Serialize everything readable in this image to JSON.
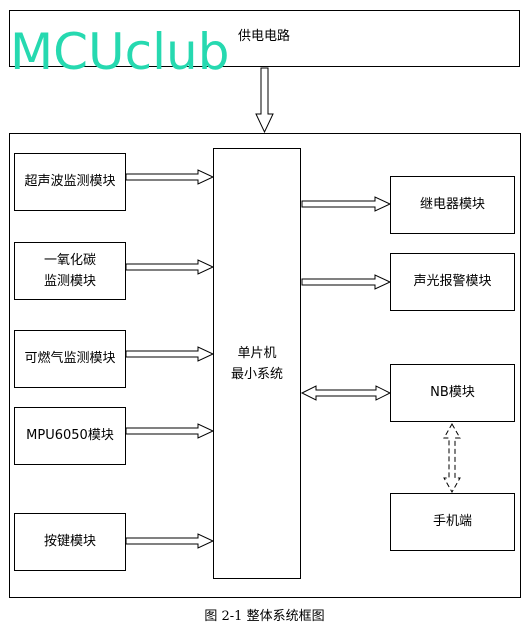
{
  "power": {
    "label": "供电电路"
  },
  "watermark": {
    "text": "MCUclub"
  },
  "inputs": {
    "ultrasonic": "超声波监测模块",
    "co": "一氧化碳\n监测模块",
    "gas": "可燃气监测模块",
    "mpu": "MPU6050模块",
    "keys": "按键模块"
  },
  "mcu": {
    "label": "单片机\n最小系统"
  },
  "outputs": {
    "relay": "继电器模块",
    "alarm": "声光报警模块",
    "nb": "NB模块",
    "phone": "手机端"
  },
  "caption": {
    "text": "图 2-1 整体系统框图"
  },
  "colors": {
    "watermark": "#26d9b0",
    "line": "#000000"
  }
}
